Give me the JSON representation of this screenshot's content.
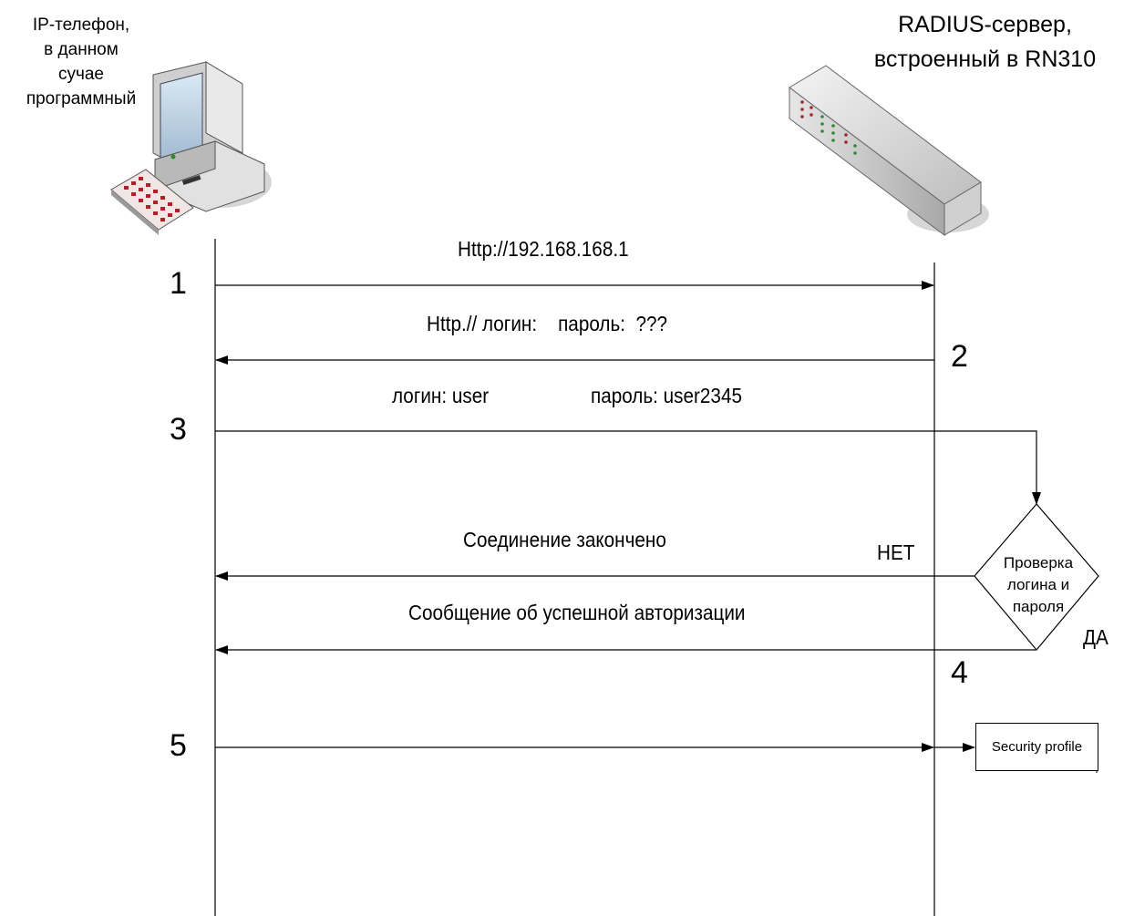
{
  "actors": {
    "client": "IP-телефон,\nв данном\nсучае\nпрограммный",
    "server": "RADIUS-сервер,\nвстроенный в RN310"
  },
  "messages": {
    "m1": "Http://192.168.168.1",
    "m2": "Http.// логин:    пароль:  ???",
    "m3_login": "логин: user",
    "m3_password": "пароль: user2345",
    "m_fail": "Соединение закончено",
    "m_success": "Сообщение об успешной авторизации"
  },
  "steps": {
    "s1": "1",
    "s2": "2",
    "s3": "3",
    "s4": "4",
    "s5": "5"
  },
  "decision": {
    "label": "Проверка\nлогина и\nпароля",
    "no": "НЕТ",
    "yes": "ДА"
  },
  "security_profile": "Security profile",
  "icons": {
    "client": "computer-icon",
    "server": "rack-server-icon"
  }
}
